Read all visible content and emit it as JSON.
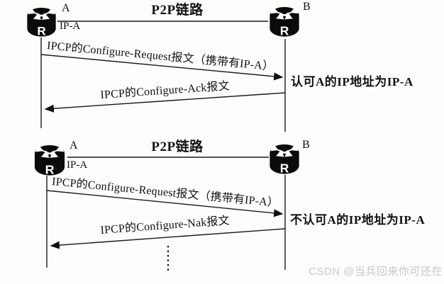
{
  "figure": {
    "watermark": "CSDN @当兵回来你可还在",
    "watermark_color": "#c8c8c8",
    "line_color": "#1a1a1a",
    "router_icon_color": "#0b0b0b"
  },
  "icons": {
    "router": "router-cylinder-icon",
    "continuation": "vertical-ellipsis-dots"
  },
  "diagrams": [
    {
      "router_a": {
        "label": "A",
        "ip": "IP-A"
      },
      "router_b": {
        "label": "B"
      },
      "link_label": "P2P链路",
      "msg_request": "IPCP的Configure-Request报文（携带有IP-A）",
      "msg_reply": "IPCP的Configure-Ack报文",
      "annotation": "认可A的IP地址为IP-A"
    },
    {
      "router_a": {
        "label": "A",
        "ip": "IP-A"
      },
      "router_b": {
        "label": "B"
      },
      "link_label": "P2P链路",
      "msg_request": "IPCP的Configure-Request报文（携带有IP-A）",
      "msg_reply": "IPCP的Configure-Nak报文",
      "annotation": "不认可A的IP地址为IP-A"
    }
  ]
}
